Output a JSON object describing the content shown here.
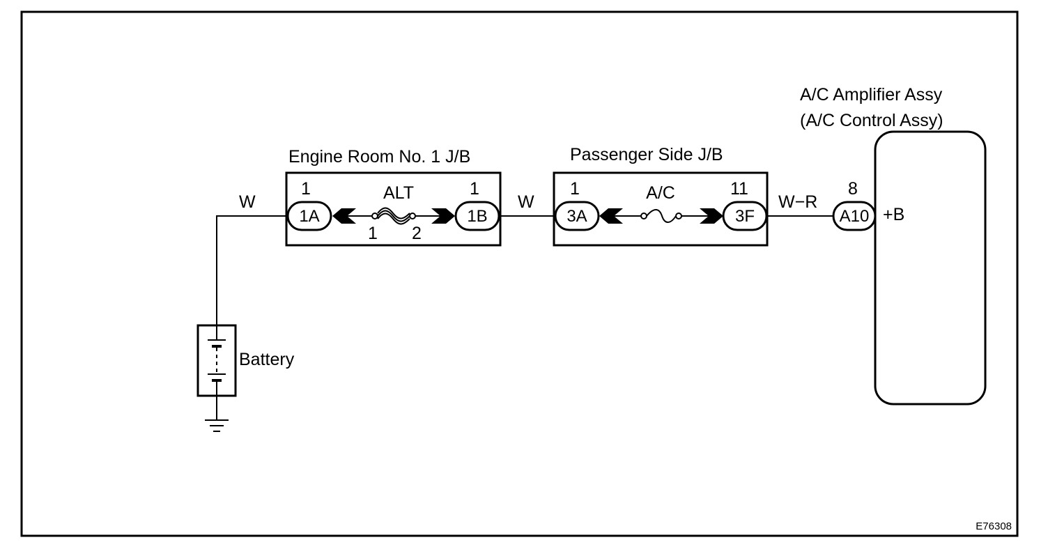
{
  "diagram": {
    "figure_code": "E76308",
    "engine_room_jb": {
      "title": "Engine Room No. 1 J/B",
      "left_pin": "1",
      "left_connector": "1A",
      "fuse_label": "ALT",
      "fuse_terminal_1": "1",
      "fuse_terminal_2": "2",
      "right_pin": "1",
      "right_connector": "1B"
    },
    "passenger_jb": {
      "title": "Passenger Side J/B",
      "left_pin": "1",
      "left_connector": "3A",
      "fuse_label": "A/C",
      "right_pin": "11",
      "right_connector": "3F"
    },
    "amplifier": {
      "title_line1": "A/C Amplifier Assy",
      "title_line2": "(A/C Control Assy)",
      "pin": "8",
      "connector": "A10",
      "terminal": "+B"
    },
    "wires": {
      "battery_to_jb": "W",
      "jb_to_jb": "W",
      "jb_to_amplifier": "W−R"
    },
    "battery": {
      "label": "Battery"
    }
  }
}
